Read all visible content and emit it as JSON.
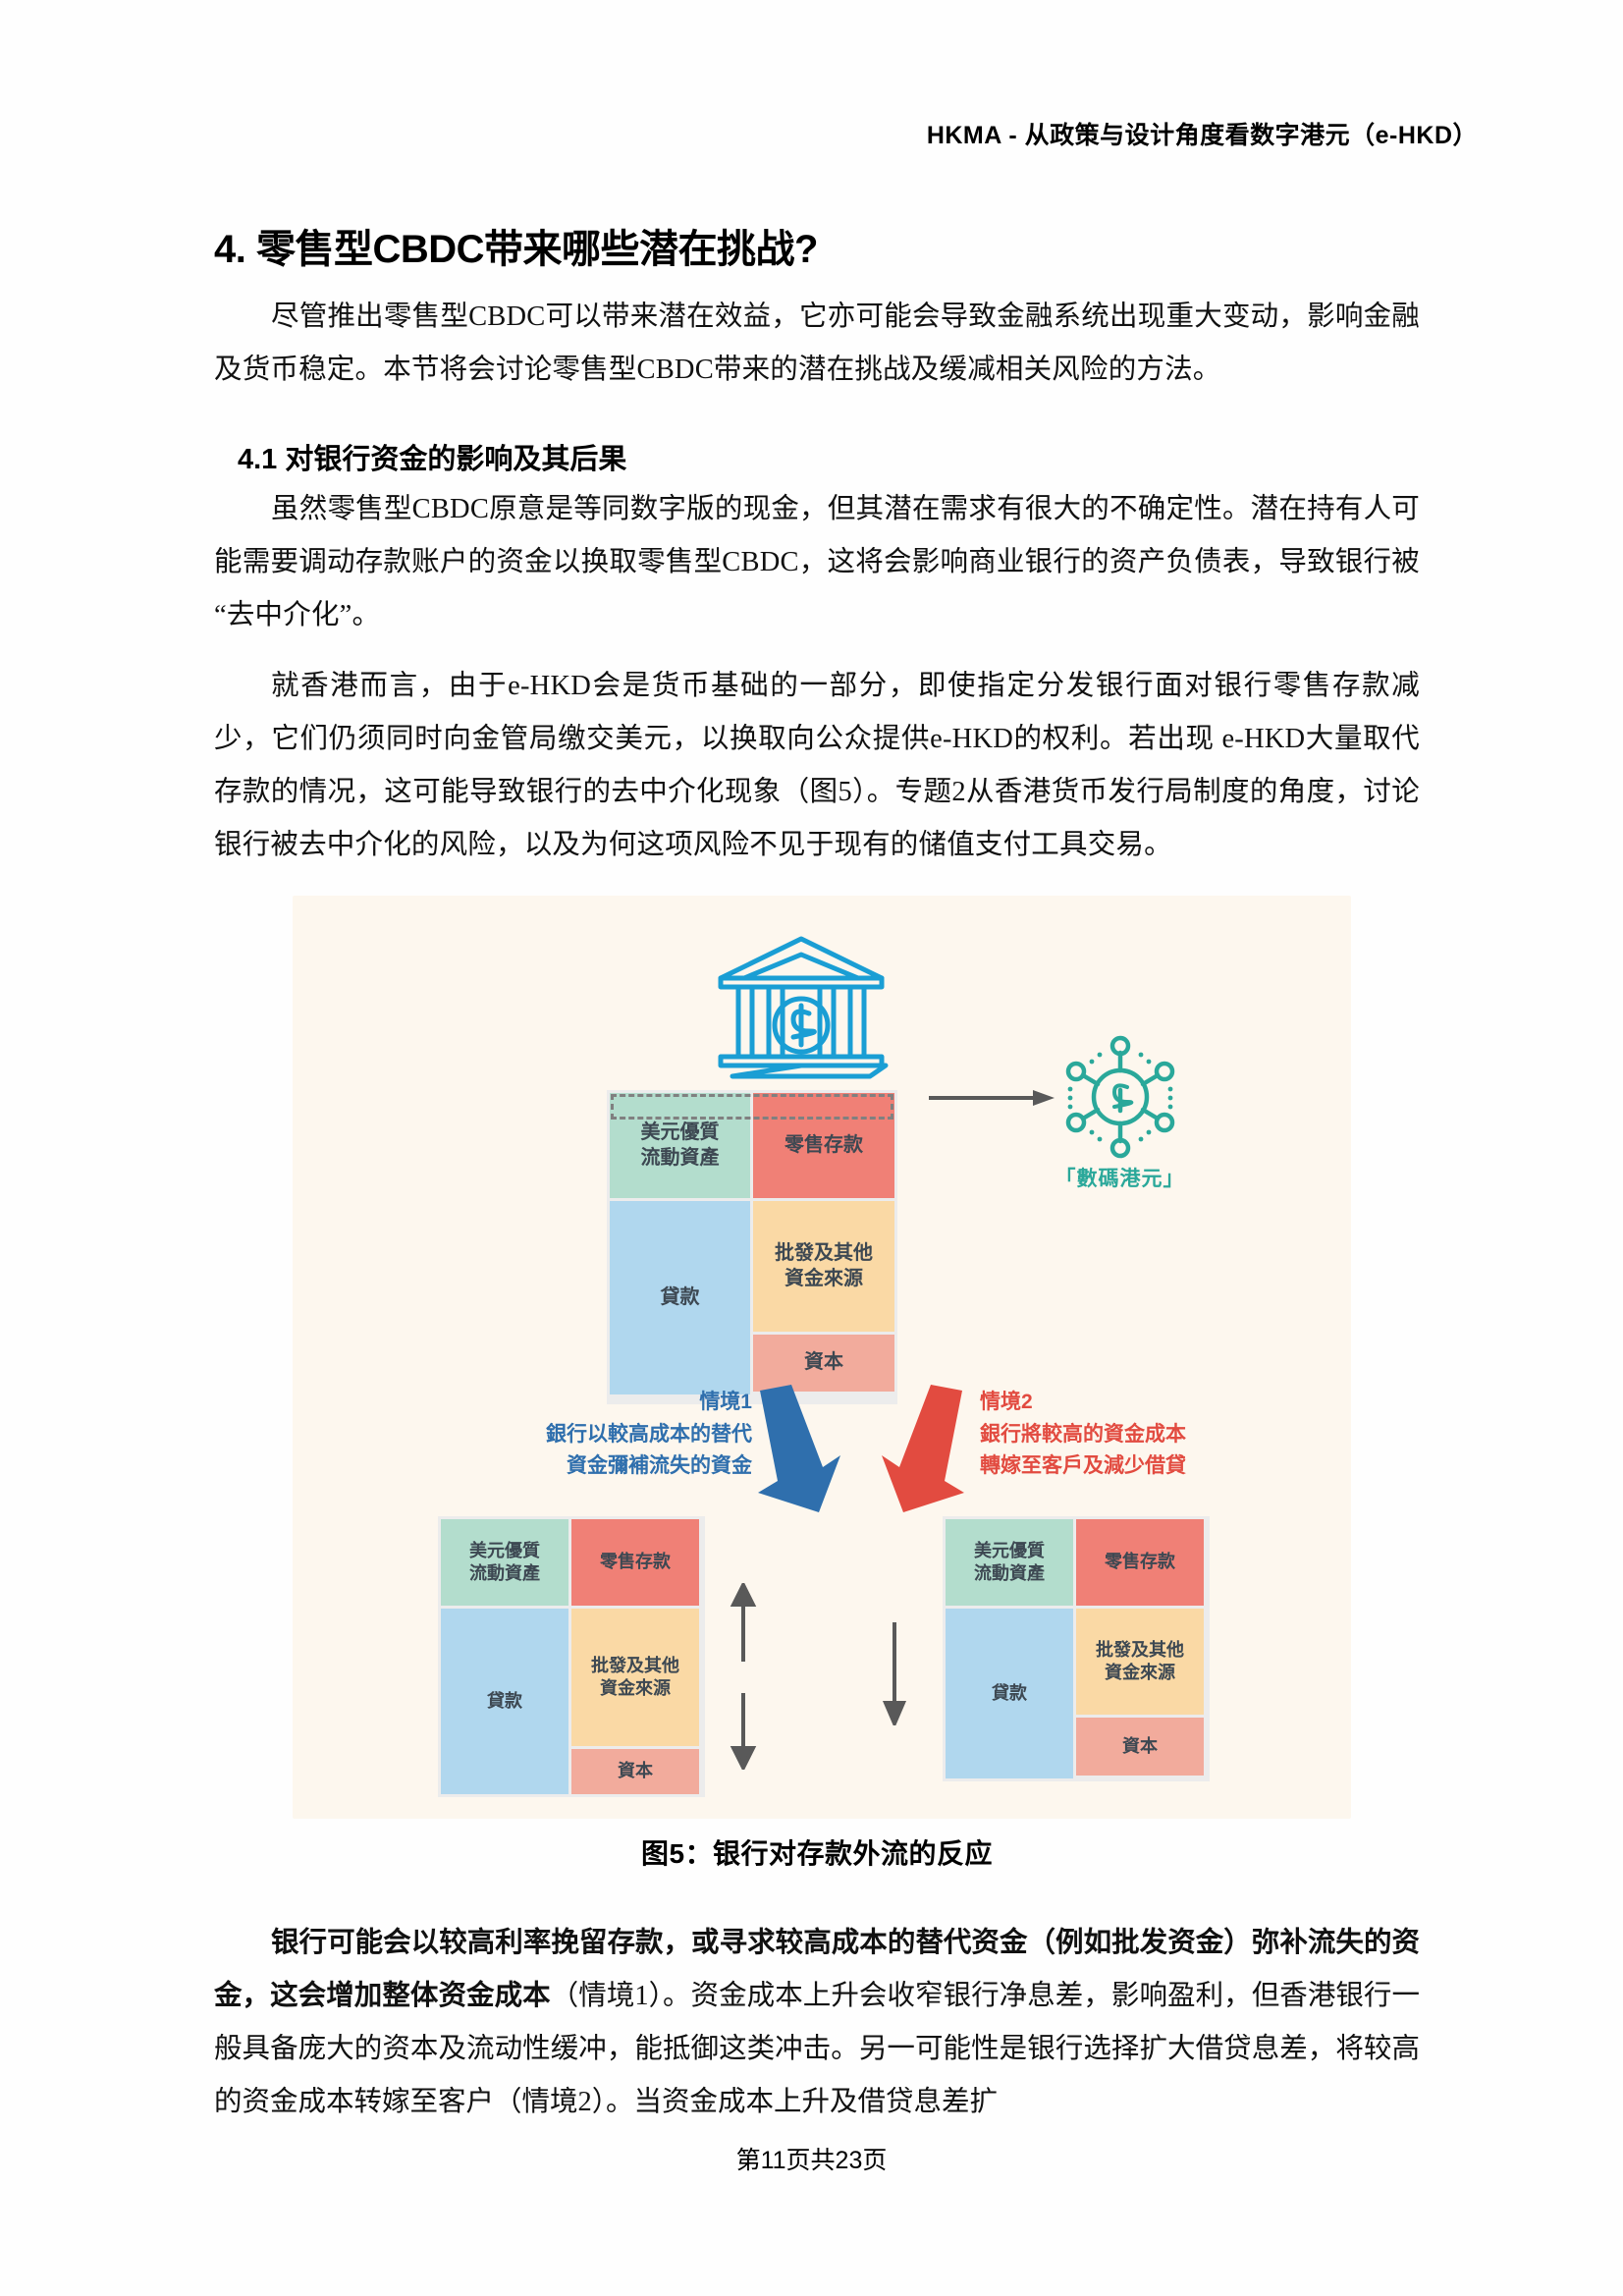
{
  "header": {
    "running_title": "HKMA - 从政策与设计角度看数字港元（e-HKD）"
  },
  "section": {
    "number_title": "4. 零售型CBDC带来哪些潜在挑战?",
    "intro_paragraph": "尽管推出零售型CBDC可以带来潜在效益，它亦可能会导致金融系统出现重大变动，影响金融及货币稳定。本节将会讨论零售型CBDC带来的潜在挑战及缓减相关风险的方法。",
    "subsection_title": "4.1  对银行资金的影响及其后果",
    "paragraph_1": "虽然零售型CBDC原意是等同数字版的现金，但其潜在需求有很大的不确定性。潜在持有人可能需要调动存款账户的资金以换取零售型CBDC，这将会影响商业银行的资产负债表，导致银行被“去中介化”。",
    "paragraph_2": "就香港而言，由于e-HKD会是货币基础的一部分，即使指定分发银行面对银行零售存款减少，它们仍须同时向金管局缴交美元，以换取向公众提供e-HKD的权利。若出现 e-HKD大量取代存款的情况，这可能导致银行的去中介化现象（图5）。专题2从香港货币发行局制度的角度，讨论银行被去中介化的风险，以及为何这项风险不见于现有的储值支付工具交易。"
  },
  "figure": {
    "caption": "图5：银行对存款外流的反应",
    "icons": {
      "bank": "bank-icon",
      "ehkd_network": "ehkd-network-icon",
      "arrow_right": "arrow-right-icon"
    },
    "ehkd_label": "「數碼港元」",
    "balance_sheet_top": {
      "assets": [
        {
          "label": "美元優質\n流動資產",
          "key": "hqla"
        },
        {
          "label": "貸款",
          "key": "loans"
        }
      ],
      "liabilities": [
        {
          "label": "零售存款",
          "key": "retail_deposits"
        },
        {
          "label": "批發及其他\n資金來源",
          "key": "wholesale_other"
        },
        {
          "label": "資本",
          "key": "capital"
        }
      ]
    },
    "balance_sheet_left": {
      "assets": [
        {
          "label": "美元優質\n流動資產",
          "key": "hqla"
        },
        {
          "label": "貸款",
          "key": "loans"
        }
      ],
      "liabilities": [
        {
          "label": "零售存款",
          "key": "retail_deposits"
        },
        {
          "label": "批發及其他\n資金來源",
          "key": "wholesale_other"
        },
        {
          "label": "資本",
          "key": "capital"
        }
      ]
    },
    "balance_sheet_right": {
      "assets": [
        {
          "label": "美元優質\n流動資產",
          "key": "hqla"
        },
        {
          "label": "貸款",
          "key": "loans"
        }
      ],
      "liabilities": [
        {
          "label": "零售存款",
          "key": "retail_deposits"
        },
        {
          "label": "批發及其他\n資金來源",
          "key": "wholesale_other"
        },
        {
          "label": "資本",
          "key": "capital"
        }
      ]
    },
    "scenario_1": {
      "heading": "情境1",
      "line_1": "銀行以較高成本的替代",
      "line_2": "資金彌補流失的資金",
      "color": "#2f6fad"
    },
    "scenario_2": {
      "heading": "情境2",
      "line_1": "銀行將較高的資金成本",
      "line_2": "轉嫁至客戶及減少借貸",
      "color": "#e24b40"
    },
    "colors": {
      "background": "#fdf7ee",
      "hqla": "#b3ddcd",
      "loans": "#b0d7ee",
      "retail_deposits": "#f08076",
      "wholesale_other": "#fad9a5",
      "capital": "#f2ab9c",
      "bank_icon": "#1a9ed4",
      "ehkd_icon": "#2aa89a",
      "arrow_blue": "#2f6fad",
      "arrow_red": "#e24b40",
      "frame": "#ececec"
    }
  },
  "post_figure": {
    "bold_lead": "银行可能会以较高利率挽留存款，或寻求较高成本的替代资金（例如批发资金）弥补流失的资金，这会增加整体资金成本",
    "rest": "（情境1）。资金成本上升会收窄银行净息差，影响盈利，但香港银行一般具备庞大的资本及流动性缓冲，能抵御这类冲击。另一可能性是银行选择扩大借贷息差，将较高的资金成本转嫁至客户（情境2）。当资金成本上升及借贷息差扩"
  },
  "footer": {
    "page_label": "第11页共23页"
  }
}
